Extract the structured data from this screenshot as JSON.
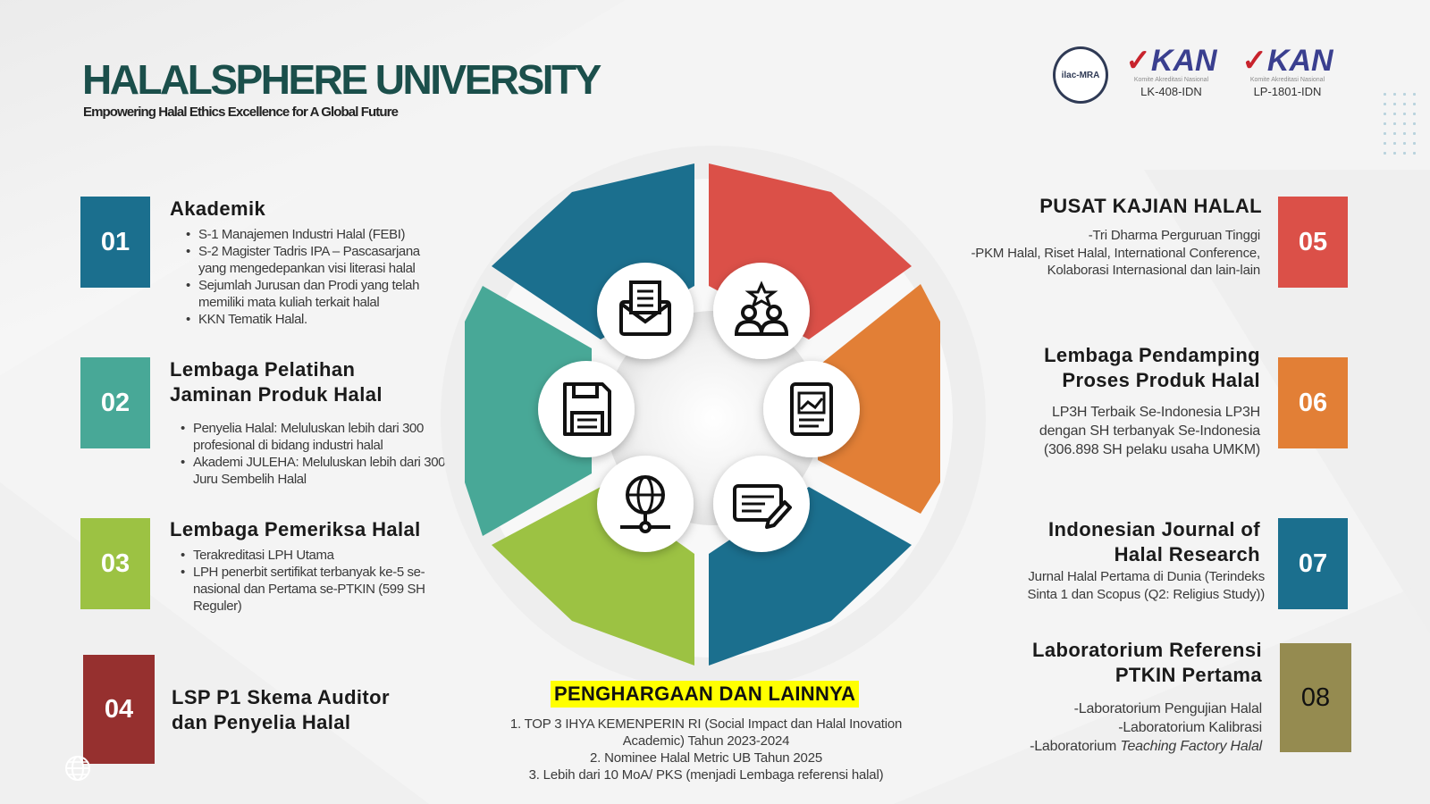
{
  "header": {
    "title": "HALALSPHERE UNIVERSITY",
    "subtitle": "Empowering Halal Ethics Excellence for A Global Future"
  },
  "logos": {
    "ilac": "ilac-MRA",
    "kan_left": {
      "mark": "KAN",
      "sub": "Komite Akreditasi Nasional",
      "code": "LK-408-IDN"
    },
    "kan_right": {
      "mark": "KAN",
      "sub": "Komite Akreditasi Nasional",
      "code": "LP-1801-IDN"
    }
  },
  "colors": {
    "teal_dark": "#1b6f8e",
    "teal_green": "#48a897",
    "lime": "#9cc243",
    "maroon": "#96302f",
    "red": "#db5048",
    "orange": "#e27f36",
    "olive": "#958b50",
    "title_green": "#1b4f4b",
    "highlight_yellow": "#ffff00"
  },
  "left": [
    {
      "num": "01",
      "title": "Akademik",
      "items": [
        "S-1 Manajemen Industri Halal (FEBI)",
        "S-2 Magister Tadris IPA – Pascasarjana yang mengedepankan visi literasi halal",
        "Sejumlah Jurusan dan Prodi yang telah memiliki mata kuliah terkait halal",
        "KKN Tematik Halal."
      ]
    },
    {
      "num": "02",
      "title_line1": "Lembaga Pelatihan",
      "title_line2": "Jaminan Produk Halal",
      "items": [
        "Penyelia Halal: Meluluskan lebih dari 300 profesional di bidang industri halal",
        "Akademi JULEHA: Meluluskan lebih dari 300 Juru Sembelih Halal"
      ]
    },
    {
      "num": "03",
      "title": "Lembaga Pemeriksa Halal",
      "items": [
        "Terakreditasi LPH Utama",
        "LPH penerbit sertifikat terbanyak ke-5 se-nasional dan Pertama se-PTKIN (599 SH Reguler)"
      ]
    },
    {
      "num": "04",
      "title_line1": "LSP P1 Skema Auditor",
      "title_line2": "dan Penyelia Halal"
    }
  ],
  "right": [
    {
      "num": "05",
      "title": "PUSAT KAJIAN HALAL",
      "lines": [
        "-Tri Dharma Perguruan Tinggi",
        "-PKM Halal, Riset Halal, International Conference,",
        "Kolaborasi Internasional dan lain-lain"
      ]
    },
    {
      "num": "06",
      "title_line1": "Lembaga Pendamping",
      "title_line2": "Proses Produk Halal",
      "lines": [
        "LP3H Terbaik Se-Indonesia LP3H",
        "dengan SH terbanyak Se-Indonesia",
        "(306.898 SH pelaku usaha UMKM)"
      ]
    },
    {
      "num": "07",
      "title_line1": "Indonesian Journal of",
      "title_line2": "Halal Research",
      "lines": [
        "Jurnal Halal Pertama di Dunia (Terindeks",
        "Sinta 1 dan Scopus (Q2: Religius Study))"
      ]
    },
    {
      "num": "08",
      "title_line1": "Laboratorium Referensi",
      "title_line2": "PTKIN Pertama",
      "lines": [
        "-Laboratorium Pengujian Halal",
        "-Laboratorium Kalibrasi"
      ],
      "last_prefix": "-Laboratorium ",
      "last_italic": "Teaching Factory Halal"
    }
  ],
  "wheel": {
    "icons": [
      "envelope-icon",
      "people-star-icon",
      "report-icon",
      "edit-document-icon",
      "globe-network-icon",
      "floppy-disk-icon"
    ]
  },
  "awards": {
    "title": "PENGHARGAAN DAN LAINNYA",
    "items": [
      "1.    TOP 3 IHYA KEMENPERIN RI (Social Impact dan Halal Inovation",
      "Academic) Tahun 2023-2024",
      "2.    Nominee Halal Metric UB Tahun  2025",
      "3.    Lebih dari 10 MoA/ PKS  (menjadi Lembaga referensi halal)"
    ]
  }
}
